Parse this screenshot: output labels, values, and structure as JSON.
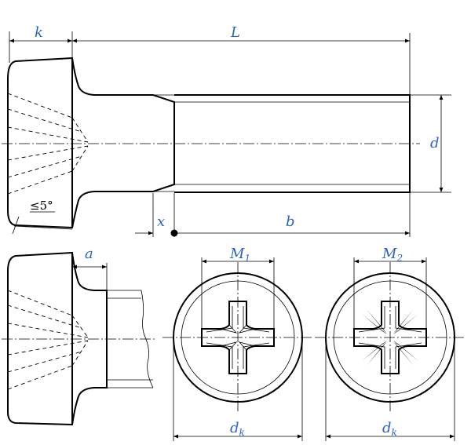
{
  "labels": {
    "k": "k",
    "L": "L",
    "d": "d",
    "x": "x",
    "b": "b",
    "a": "a",
    "M1_main": "M",
    "M1_sub": "1",
    "M2_main": "M",
    "M2_sub": "2",
    "dk1_main": "d",
    "dk1_sub": "k",
    "dk2_main": "d",
    "dk2_sub": "k",
    "angle": "≤5°"
  },
  "colors": {
    "dimension_text": "#2a62c9",
    "lines": "#000000"
  }
}
